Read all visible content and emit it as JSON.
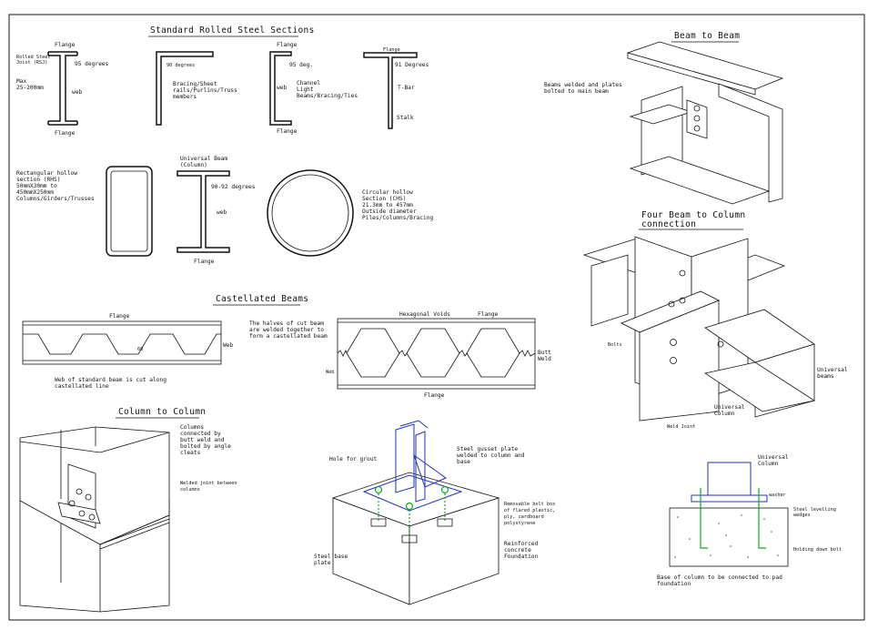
{
  "sheet": {
    "standard_sections": {
      "title": "Standard Rolled Steel Sections",
      "ibeam": {
        "flange_top": "Flange",
        "rolled": "Rolled Steel",
        "joist": "Joist (RSJ)",
        "angle": "95 degrees",
        "max": "Max",
        "range": "25-200mm",
        "web": "web",
        "flange_bottom": "Flange"
      },
      "angle_section": {
        "angle": "90 degrees",
        "line1": "Bracing/Sheet",
        "line2": "rails/Purlins/Truss",
        "line3": "members"
      },
      "channel": {
        "flange_top": "Flange",
        "angle": "95 deg.",
        "web": "web",
        "line1": "Channel",
        "line2": "Light",
        "line3": "Beams/Bracing/Ties",
        "flange_bottom": "Flange"
      },
      "tbar": {
        "flange": "Flange",
        "angle": "91 Degrees",
        "label": "T-Bar",
        "stalk": "Stalk"
      },
      "rhs": {
        "line1": "Rectangular hollow",
        "line2": "section (RHS)",
        "line3": "50mmX30mm to",
        "line4": "450mmX250mm",
        "line5": "Columns/Girders/Trusses"
      },
      "ub": {
        "line1": "Universal Beam",
        "line2": "(Column)",
        "angle": "90-92 degrees",
        "web": "web",
        "flange": "Flange"
      },
      "chs": {
        "line1": "Circular hollow",
        "line2": "Section (CHS)",
        "line3": "21.3mm to 457mm",
        "line4": "Outside diameter",
        "line5": "Piles/Columns/Bracing"
      }
    },
    "castellated": {
      "title": "Castellated Beams",
      "flange": "Flange",
      "web": "Web",
      "angle": "60",
      "cut_note1": "Web of standard beam is cut along",
      "cut_note2": "castellated line",
      "halves1": "The halves of cut beam",
      "halves2": "are welded together to",
      "halves3": "form a castellated beam",
      "voids": "Hexagonal Voids",
      "flange2": "Flange",
      "butt1": "Butt",
      "butt2": "Weld",
      "web2": "Web",
      "flange_bottom": "Flange"
    },
    "column_to_column": {
      "title": "Column to Column",
      "l1": "Columns",
      "l2": "connected by",
      "l3": "butt weld and",
      "l4": "bolted by angle",
      "l5": "cleats",
      "w1": "Welded joint between",
      "w2": "columns"
    },
    "base_plate": {
      "grout": "Hole for grout",
      "g1": "Steel gusset plate",
      "g2": "welded to column and",
      "g3": "base",
      "r1": "Removable bolt box",
      "r2": "of flared plastic,",
      "r3": "ply, cardboard",
      "r4": "polystyrene",
      "c1": "Reinforced",
      "c2": "concrete",
      "c3": "Foundation",
      "b1": "Steel base",
      "b2": "plate"
    },
    "beam_to_beam": {
      "title": "Beam to Beam",
      "l1": "Beams welded and plates",
      "l2": "bolted to main beam"
    },
    "four_beam": {
      "title1": "Four Beam to Column",
      "title2": "connection",
      "bolts": "Bolts",
      "ub1": "Universal",
      "ub2": "beams",
      "uc1": "Universal",
      "uc2": "Column",
      "weld": "Weld Joint"
    },
    "pad_base": {
      "uc1": "Universal",
      "uc2": "Column",
      "washer": "washer",
      "w1": "Steel levelling",
      "w2": "wedges",
      "bolt": "Holding down bolt",
      "n1": "Base of column to be connected to pad",
      "n2": "foundation"
    }
  }
}
